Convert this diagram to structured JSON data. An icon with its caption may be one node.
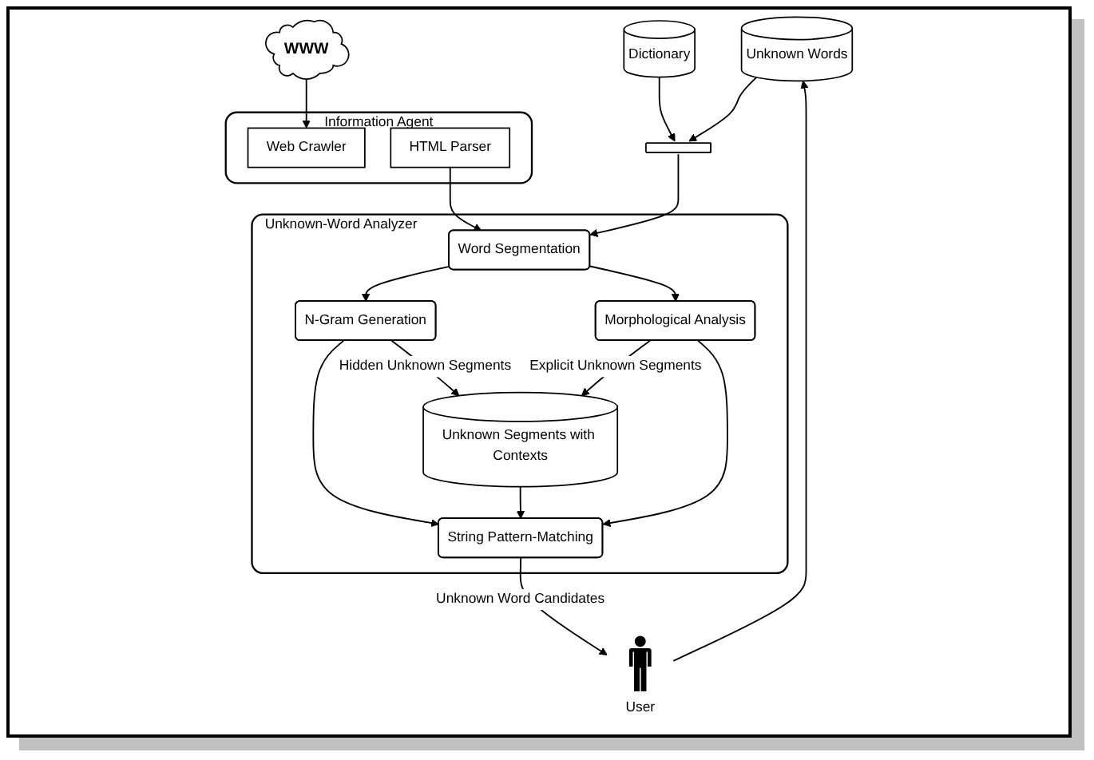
{
  "diagram": {
    "nodes": [
      {
        "text": [
          "WWW"
        ]
      },
      {
        "text": [
          "Information Agent"
        ]
      },
      {
        "text": [
          "Web Crawler"
        ],
        "in": 1
      },
      {
        "text": [
          "HTML Parser"
        ],
        "in": 1
      },
      {
        "text": [
          "Dictionary"
        ]
      },
      {
        "text": [
          "Unknown Words"
        ]
      },
      {
        "text": [],
        "shape": "bar"
      },
      {
        "text": [
          "Unknown-Word Analyzer"
        ]
      },
      {
        "text": [
          "Word Segmentation"
        ],
        "in": 7
      },
      {
        "text": [
          "N-Gram Generation"
        ],
        "in": 7
      },
      {
        "text": [
          "Morphological Analysis"
        ],
        "in": 7
      },
      {
        "text": [
          "Unknown Segments with Contexts"
        ],
        "in": 7
      },
      {
        "text": [
          "String Pattern-Matching"
        ],
        "in": 7
      },
      {
        "text": [
          "User"
        ]
      }
    ],
    "edges": [
      {
        "from": 0,
        "to": 2,
        "arrow": "to"
      },
      {
        "from": 3,
        "to": 8,
        "arrow": "to"
      },
      {
        "from": 4,
        "to": 6,
        "arrow": "to"
      },
      {
        "from": 5,
        "to": 6,
        "arrow": "to"
      },
      {
        "from": 6,
        "to": 8,
        "arrow": "to"
      },
      {
        "from": 8,
        "to": 9,
        "arrow": "to"
      },
      {
        "from": 8,
        "to": 10,
        "arrow": "to"
      },
      {
        "from": 9,
        "to": 11,
        "arrow": "to",
        "label": "Hidden Unknown Segments"
      },
      {
        "from": 10,
        "to": 11,
        "arrow": "to",
        "label": "Explicit Unknown Segments"
      },
      {
        "from": 9,
        "to": 12,
        "arrow": "to"
      },
      {
        "from": 11,
        "to": 12,
        "arrow": "to"
      },
      {
        "from": 10,
        "to": 12,
        "arrow": "to"
      },
      {
        "from": 12,
        "to": 13,
        "arrow": "to",
        "label": "Unknown Word Candidates"
      },
      {
        "from": 13,
        "to": 5,
        "arrow": "to"
      }
    ]
  }
}
